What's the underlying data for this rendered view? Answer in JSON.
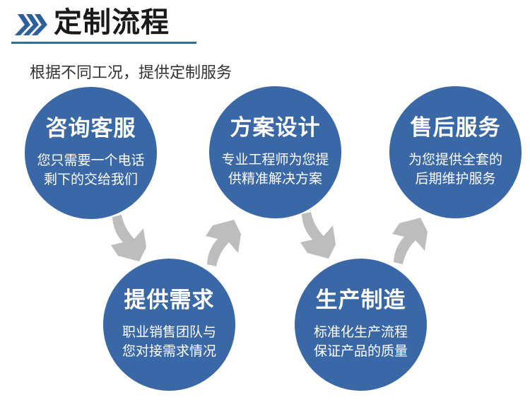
{
  "header": {
    "title": "定制流程",
    "subtitle": "根据不同工况，提供定制服务",
    "chevron_icon": "triple-chevron-right",
    "colors": {
      "chevron": "#2d5f9e",
      "underline": "#2e6da4",
      "title_text": "#1a1a1a",
      "subtitle_text": "#333333"
    }
  },
  "flow": {
    "colors": {
      "circle": "#3a68a6",
      "circle_text": "#ffffff",
      "arrow": "#bdbdbd"
    },
    "steps": [
      {
        "id": "consult",
        "title": "咨询客服",
        "desc_line1": "您只需要一个电话",
        "desc_line2": "剩下的交给我们",
        "position": "top-left"
      },
      {
        "id": "design",
        "title": "方案设计",
        "desc_line1": "专业工程师为您提",
        "desc_line2": "供精准解决方案",
        "position": "top-center"
      },
      {
        "id": "after-sales",
        "title": "售后服务",
        "desc_line1": "为您提供全套的",
        "desc_line2": "后期维护服务",
        "position": "top-right"
      },
      {
        "id": "requirements",
        "title": "提供需求",
        "desc_line1": "职业销售团队与",
        "desc_line2": "您对接需求情况",
        "position": "bottom-left"
      },
      {
        "id": "production",
        "title": "生产制造",
        "desc_line1": "标准化生产流程",
        "desc_line2": "保证产品的质量",
        "position": "bottom-right"
      }
    ],
    "arrows": [
      {
        "from": "咨询客服",
        "to": "提供需求",
        "direction": "down-right"
      },
      {
        "from": "提供需求",
        "to": "方案设计",
        "direction": "up-right"
      },
      {
        "from": "方案设计",
        "to": "生产制造",
        "direction": "down-right"
      },
      {
        "from": "生产制造",
        "to": "售后服务",
        "direction": "up-right"
      }
    ]
  }
}
